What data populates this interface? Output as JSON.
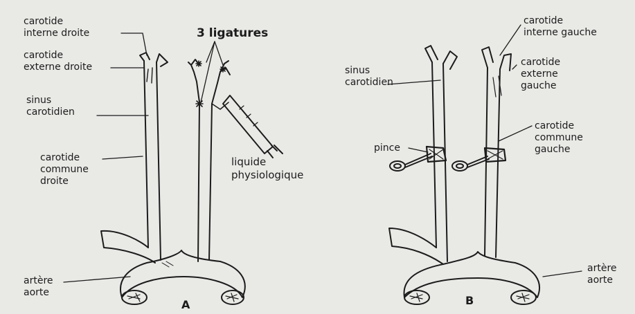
{
  "diagram": {
    "panel_a": {
      "letter": "A",
      "labels": {
        "carotide_interne_droite": [
          "carotide",
          "interne droite"
        ],
        "carotide_externe_droite": [
          "carotide",
          "externe droite"
        ],
        "sinus_carotidien": [
          "sinus",
          "carotidien"
        ],
        "carotide_commune_droite": [
          "carotide",
          "commune",
          "droite"
        ],
        "artere_aorte": [
          "artère",
          "aorte"
        ],
        "ligatures": "3 ligatures",
        "liquide": [
          "liquide",
          "physiologique"
        ]
      }
    },
    "panel_b": {
      "letter": "B",
      "labels": {
        "sinus_carotidien": [
          "sinus",
          "carotidien"
        ],
        "pince": "pince",
        "carotide_interne_gauche": [
          "carotide",
          "interne gauche"
        ],
        "carotide_externe_gauche": [
          "carotide",
          "externe",
          "gauche"
        ],
        "carotide_commune_gauche": [
          "carotide",
          "commune",
          "gauche"
        ],
        "artere_aorte": [
          "artère",
          "aorte"
        ]
      }
    },
    "colors": {
      "ink": "#1c1c1c",
      "paper": "#e9e9e6"
    }
  }
}
